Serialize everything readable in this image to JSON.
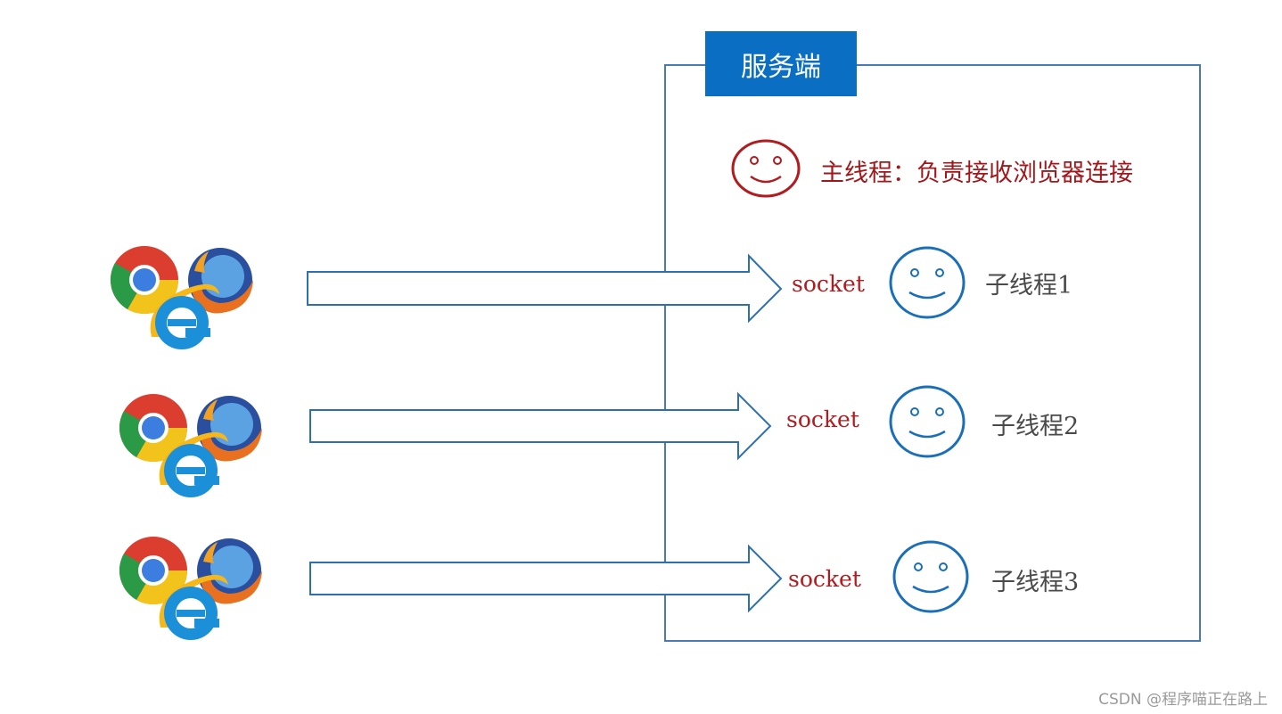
{
  "server": {
    "title": "服务端"
  },
  "main_thread": {
    "label": "主线程：负责接收浏览器连接"
  },
  "connections": [
    {
      "socket_label": "socket",
      "thread_label": "子线程1"
    },
    {
      "socket_label": "socket",
      "thread_label": "子线程2"
    },
    {
      "socket_label": "socket",
      "thread_label": "子线程3"
    }
  ],
  "watermark": "CSDN @程序喵正在路上",
  "colors": {
    "server_title_bg": "#0a6fc2",
    "border": "#4a7ab5",
    "main_thread": "#a0181b",
    "socket_text": "#b01c1f",
    "sub_thread_face": "#1a6fb8",
    "arrow_stroke": "#2d6fb0"
  },
  "icons": [
    "chrome-icon",
    "firefox-icon",
    "ie-icon",
    "smiley-face-icon"
  ]
}
